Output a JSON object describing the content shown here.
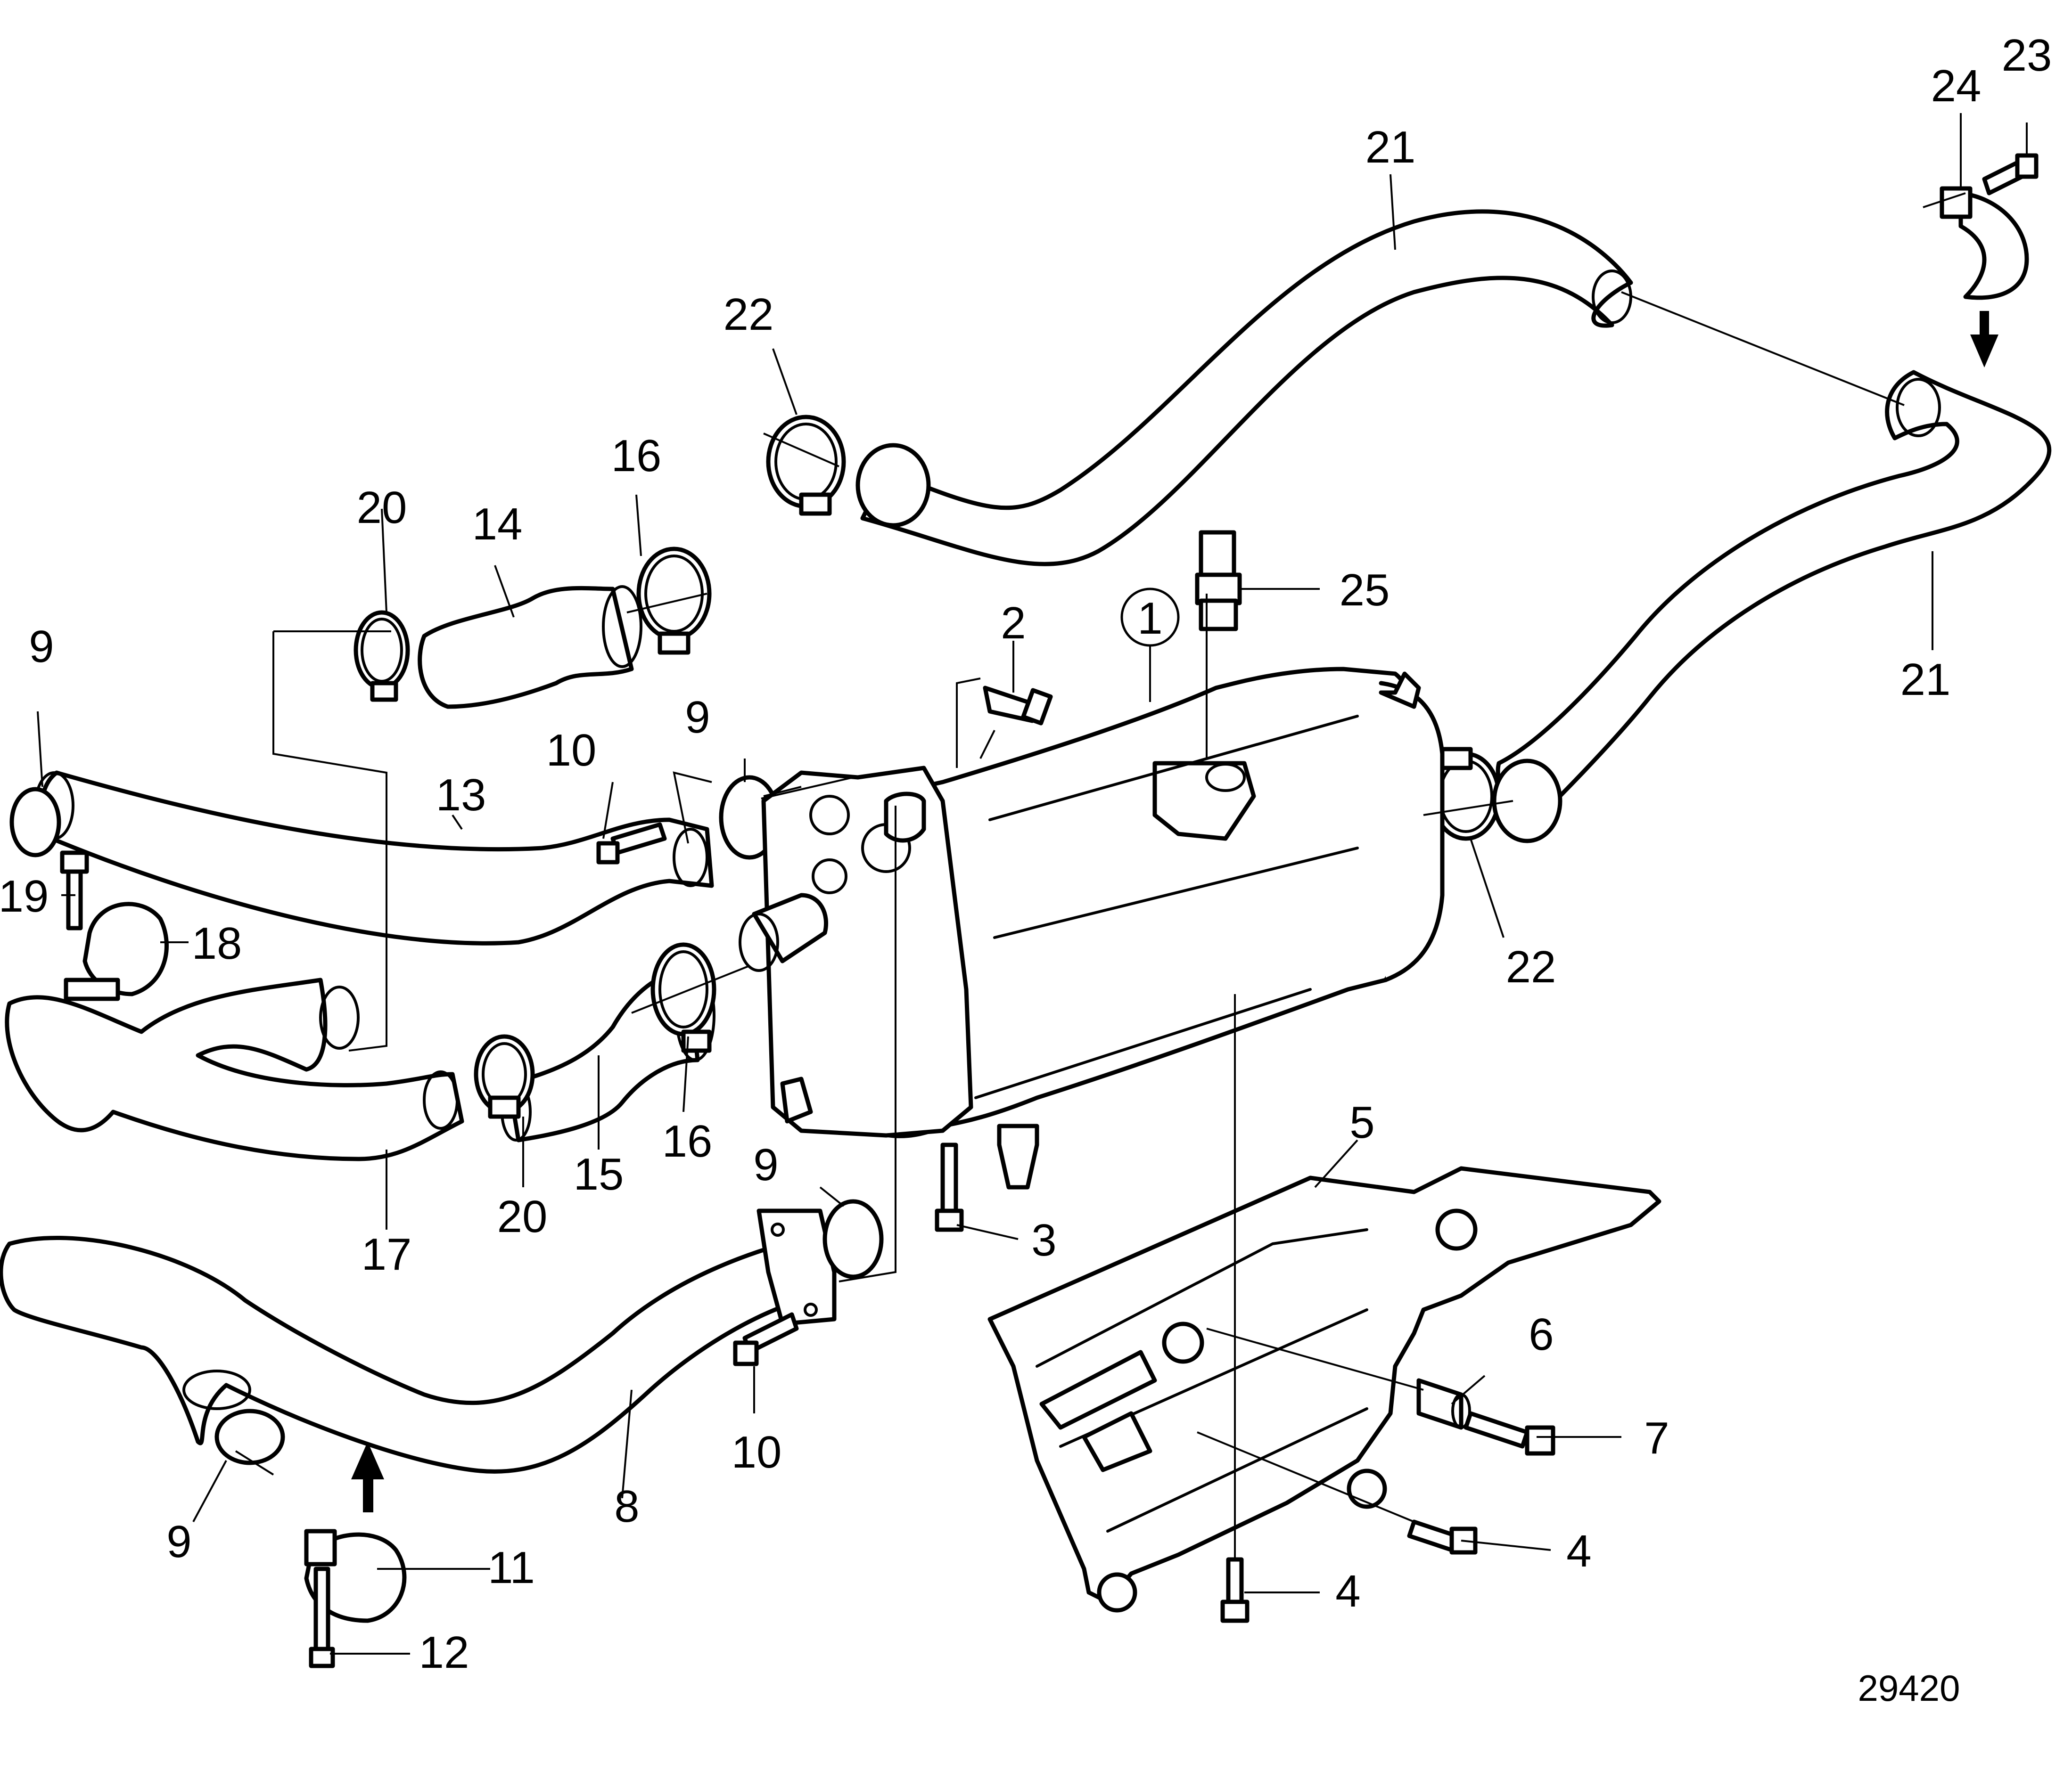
{
  "diagram": {
    "reference_number": "29420",
    "callouts": [
      {
        "id": "c1",
        "label": "1"
      },
      {
        "id": "c2",
        "label": "2"
      },
      {
        "id": "c3",
        "label": "3"
      },
      {
        "id": "c4a",
        "label": "4"
      },
      {
        "id": "c4b",
        "label": "4"
      },
      {
        "id": "c5",
        "label": "5"
      },
      {
        "id": "c6",
        "label": "6"
      },
      {
        "id": "c7",
        "label": "7"
      },
      {
        "id": "c8",
        "label": "8"
      },
      {
        "id": "c9a",
        "label": "9"
      },
      {
        "id": "c9b",
        "label": "9"
      },
      {
        "id": "c9c",
        "label": "9"
      },
      {
        "id": "c9d",
        "label": "9"
      },
      {
        "id": "c10a",
        "label": "10"
      },
      {
        "id": "c10b",
        "label": "10"
      },
      {
        "id": "c11",
        "label": "11"
      },
      {
        "id": "c12",
        "label": "12"
      },
      {
        "id": "c13",
        "label": "13"
      },
      {
        "id": "c14",
        "label": "14"
      },
      {
        "id": "c15",
        "label": "15"
      },
      {
        "id": "c16a",
        "label": "16"
      },
      {
        "id": "c16b",
        "label": "16"
      },
      {
        "id": "c17",
        "label": "17"
      },
      {
        "id": "c18",
        "label": "18"
      },
      {
        "id": "c19",
        "label": "19"
      },
      {
        "id": "c20a",
        "label": "20"
      },
      {
        "id": "c20b",
        "label": "20"
      },
      {
        "id": "c21a",
        "label": "21"
      },
      {
        "id": "c21b",
        "label": "21"
      },
      {
        "id": "c22a",
        "label": "22"
      },
      {
        "id": "c22b",
        "label": "22"
      },
      {
        "id": "c23",
        "label": "23"
      },
      {
        "id": "c24",
        "label": "24"
      },
      {
        "id": "c25",
        "label": "25"
      }
    ]
  }
}
